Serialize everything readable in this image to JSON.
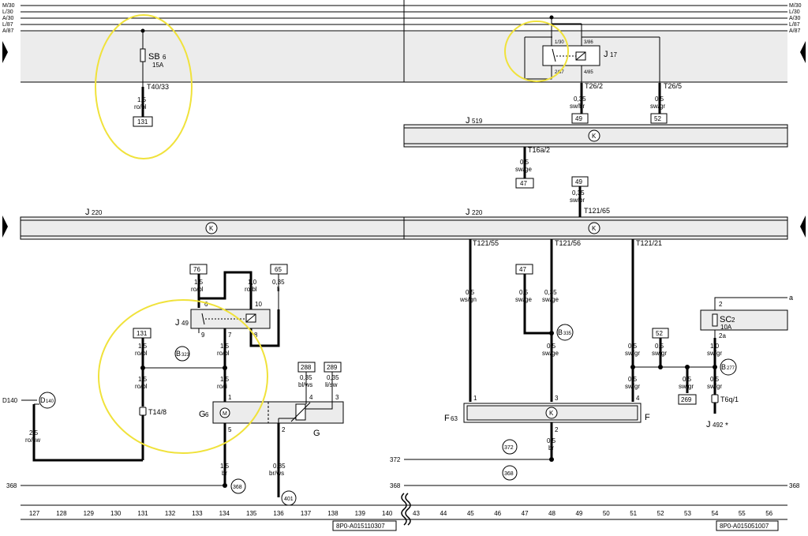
{
  "rails": [
    "M/30",
    "L/30",
    "A/30",
    "L/87",
    "A/87"
  ],
  "top_left": {
    "fuse_name": "SB",
    "fuse_sub": "6",
    "fuse_rating": "15A",
    "connector": "T40/33",
    "wire_size": "1,5",
    "wire_color": "ro/bl",
    "ref": "131"
  },
  "relay_j17": {
    "name": "J",
    "sub": "17",
    "pin_tl": "1/30",
    "pin_tr": "3/86",
    "pin_bl": "2/87",
    "pin_br": "4/85",
    "conn1": "T26/2",
    "conn2": "T26/5",
    "w1_size": "0,35",
    "w1_color": "sw/br",
    "w1_ref": "49",
    "w2_size": "0,5",
    "w2_color": "sw/gr",
    "w2_ref": "52"
  },
  "j519": {
    "name": "J",
    "sub": "519",
    "connector": "T16a/2",
    "wire_size": "0,5",
    "wire_color": "sw/ge",
    "ref": "47"
  },
  "j220_left": {
    "name": "J",
    "sub": "220"
  },
  "j220_right": {
    "name": "J",
    "sub": "220",
    "conn_top": "T121/65",
    "top_ref": "49",
    "top_size": "0,35",
    "top_color": "sw/br",
    "conn_a": "T121/55",
    "conn_b": "T121/56",
    "conn_c": "T121/21"
  },
  "left_lower": {
    "ref76": "76",
    "w76_size": "1,5",
    "w76_color": "ro/bl",
    "w_rl_size": "1,0",
    "w_rl_color": "ro/bl",
    "ref65": "65",
    "w65_size": "0,35",
    "w65_color": "li",
    "j49_name": "J",
    "j49_sub": "49",
    "pin6": "6",
    "pin10": "10",
    "pin9": "9",
    "pin7": "7",
    "pin8": "8",
    "ref131": "131",
    "w131_size": "1,5",
    "w131_color": "ro/bl",
    "w7_size": "1,5",
    "w7_color": "ro/bl",
    "splice_name": "B",
    "splice_sub": "323",
    "w_lower_size": "1,5",
    "w_lower_color": "ro/bl",
    "w_li_size": "1,5",
    "w_li_color": "ro/li",
    "connector_t14": "T14/8",
    "d140_label": "D140",
    "d140_circle": "D",
    "d140_circle_sub": "140",
    "w_rosw_size": "2,5",
    "w_rosw_color": "ro/sw",
    "g6_name": "G",
    "g6_sub": "6",
    "g6_pin1": "1",
    "g6_pin5": "5",
    "w_br_size": "1,5",
    "w_br_color": "br",
    "ref368_circle": "368",
    "label368": "368",
    "ref288": "288",
    "w288_size": "0,35",
    "w288_color": "bl/ws",
    "ref289": "289",
    "w289_size": "0,35",
    "w289_color": "li/sw",
    "g_name": "G",
    "g_pin2": "2",
    "g_pin3": "3",
    "g_pin4": "4",
    "w_brws_size": "0,35",
    "w_brws_color": "br/ws",
    "ref401": "401"
  },
  "right_lower": {
    "wa_size": "0,5",
    "wa_color": "ws/gn",
    "ref47": "47",
    "w47_size": "0,5",
    "w47_color": "sw/ge",
    "wb_size": "0,35",
    "wb_color": "sw/ge",
    "splice_b335": "B",
    "splice_b335_sub": "335",
    "wb2_size": "0,5",
    "wb2_color": "sw/ge",
    "wc_size": "0,5",
    "wc_color": "sw/gr",
    "ref52": "52",
    "w52_size": "0,5",
    "w52_color": "sw/gr",
    "w_sc_size": "1,0",
    "w_sc_color": "sw/gr",
    "splice_b277": "B",
    "splice_b277_sub": "277",
    "wd_size": "0,5",
    "wd_color": "sw/gr",
    "we_size": "0,5",
    "we_color": "sw/gr",
    "ref269": "269",
    "wf_size": "0,5",
    "wf_color": "sw/gr",
    "connector_t6q": "T6q/1",
    "j492_name": "J",
    "j492_sub": "492",
    "j492_star": "*",
    "f63_name": "F",
    "f63_sub": "63",
    "f_name": "F",
    "f63_pin1": "1",
    "f63_pin3": "3",
    "f63_pin4": "4",
    "f63_pin2": "2",
    "w_f2_size": "0,5",
    "w_f2_color": "br",
    "ref372_circle": "372",
    "label372": "372",
    "ref368_circle": "368",
    "label368_left": "368",
    "label368_right": "368",
    "sc_name": "SC",
    "sc_sub": "2",
    "sc_rating": "10A",
    "sc_pin2": "2",
    "sc_pin2a": "2a",
    "label_a": "a"
  },
  "footer": {
    "columns_left": [
      "127",
      "128",
      "129",
      "130",
      "131",
      "132",
      "133",
      "134",
      "135",
      "136",
      "137",
      "138",
      "139",
      "140"
    ],
    "columns_right": [
      "43",
      "44",
      "45",
      "46",
      "47",
      "48",
      "49",
      "50",
      "51",
      "52",
      "53",
      "54",
      "55",
      "56"
    ],
    "code_left": "8P0-A015110307",
    "code_right": "8P0-A015051007"
  }
}
